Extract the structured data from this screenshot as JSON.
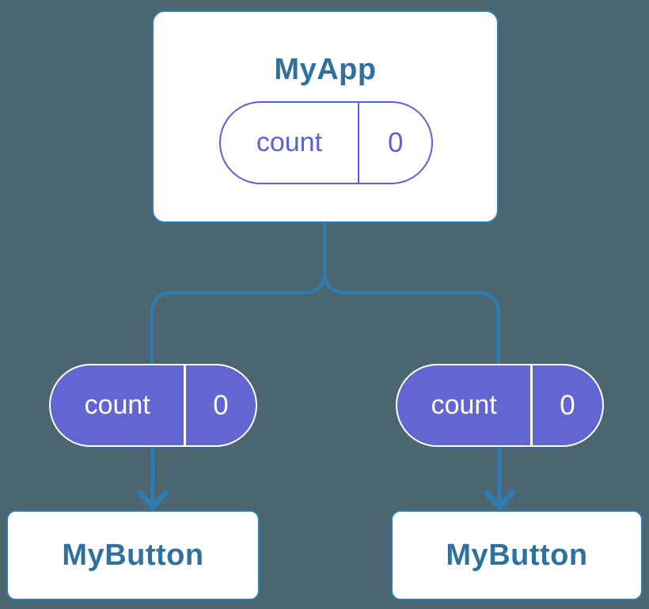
{
  "diagram": {
    "root": {
      "title": "MyApp",
      "state": {
        "name": "count",
        "value": "0"
      }
    },
    "children": [
      {
        "title": "MyButton",
        "state": {
          "name": "count",
          "value": "0"
        }
      },
      {
        "title": "MyButton",
        "state": {
          "name": "count",
          "value": "0"
        }
      }
    ],
    "colors": {
      "background": "#4C6671",
      "connector_blue": "#2D7CB2",
      "box_border_blue": "#2D7CB2",
      "title_text_blue": "#2E719F",
      "state_pill_fill_purple": "#6366D1",
      "state_pill_outline_purple": "#5B61D9",
      "box_fill": "#FFFFFF",
      "pill_text_on_purple": "#FFFFFF"
    }
  }
}
